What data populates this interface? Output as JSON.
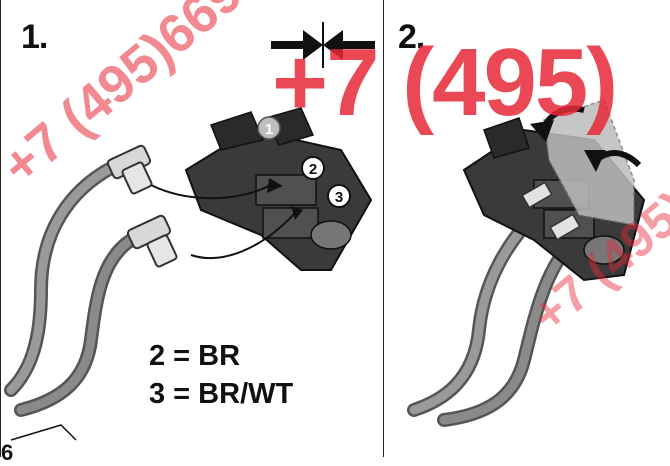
{
  "steps": [
    {
      "number": "1."
    },
    {
      "number": "2."
    }
  ],
  "legend": {
    "line_1": "2 = BR",
    "line_2": "3 = BR/WT"
  },
  "callouts": [
    "1",
    "2",
    "3"
  ],
  "page_ref": "6",
  "watermark": {
    "main": "+7 (495)",
    "rotated": "+7 (495)669",
    "color": "#e82837"
  },
  "icons": [
    "compress-arrows-icon",
    "rotate-arrow-icon"
  ]
}
